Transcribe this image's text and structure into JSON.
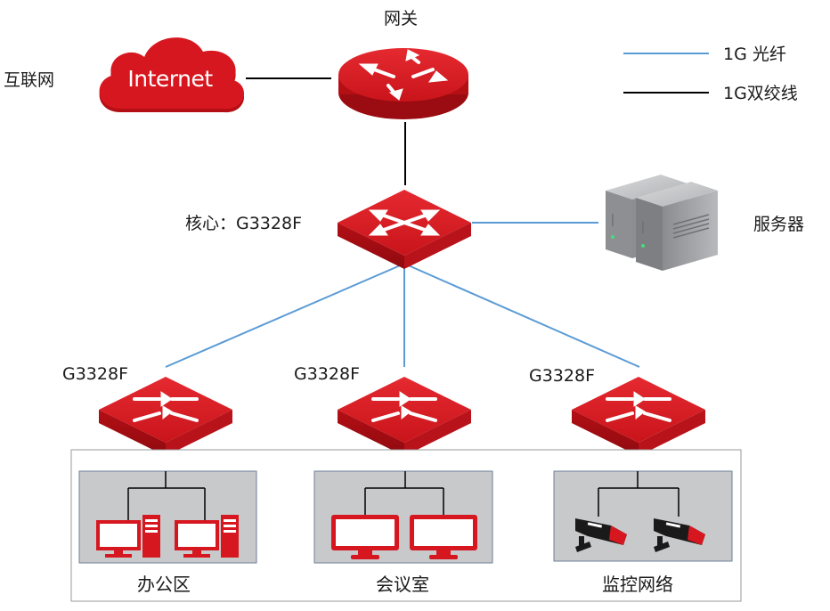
{
  "title": "网关",
  "internet": {
    "label": "互联网",
    "cloud_text": "Internet"
  },
  "legend": {
    "fiber": "1G 光纤",
    "copper": "1G双绞线",
    "fiber_color": "#5b9bd5",
    "copper_color": "#000000"
  },
  "core": {
    "label": "核心：G3328F"
  },
  "server": {
    "label": "服务器"
  },
  "access_switches": [
    {
      "label": "G3328F"
    },
    {
      "label": "G3328F"
    },
    {
      "label": "G3328F"
    }
  ],
  "zones": [
    {
      "label": "办公区",
      "device": "desktop-pc"
    },
    {
      "label": "会议室",
      "device": "monitor"
    },
    {
      "label": "监控网络",
      "device": "cctv-camera"
    }
  ],
  "colors": {
    "device_red": "#d7171f",
    "device_red_dark": "#a30d13",
    "zone_bg": "#c8c9cb",
    "zone_border": "#8a8a8a"
  }
}
